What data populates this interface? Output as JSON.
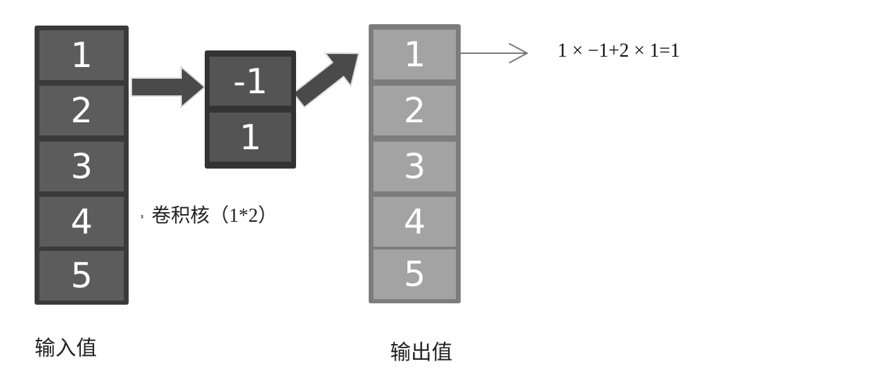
{
  "input": {
    "label": "输入值",
    "values": [
      "1",
      "2",
      "3",
      "4",
      "5"
    ]
  },
  "kernel": {
    "label": "卷积核（",
    "label_dim": "1*2",
    "label_close": "）",
    "values": [
      "-1",
      "1"
    ]
  },
  "output": {
    "label": "输出值",
    "values": [
      "1",
      "2",
      "3",
      "4",
      "5"
    ]
  },
  "formula": "1 × −1+2 × 1=1",
  "colors": {
    "input_frame": "#3a3a3a",
    "input_cell": "#5c5c5c",
    "kernel_frame": "#333333",
    "kernel_cell": "#545454",
    "output_frame": "#7c7c7c",
    "output_cell": "#a3a3a3",
    "arrow": "#4a4a4a"
  }
}
